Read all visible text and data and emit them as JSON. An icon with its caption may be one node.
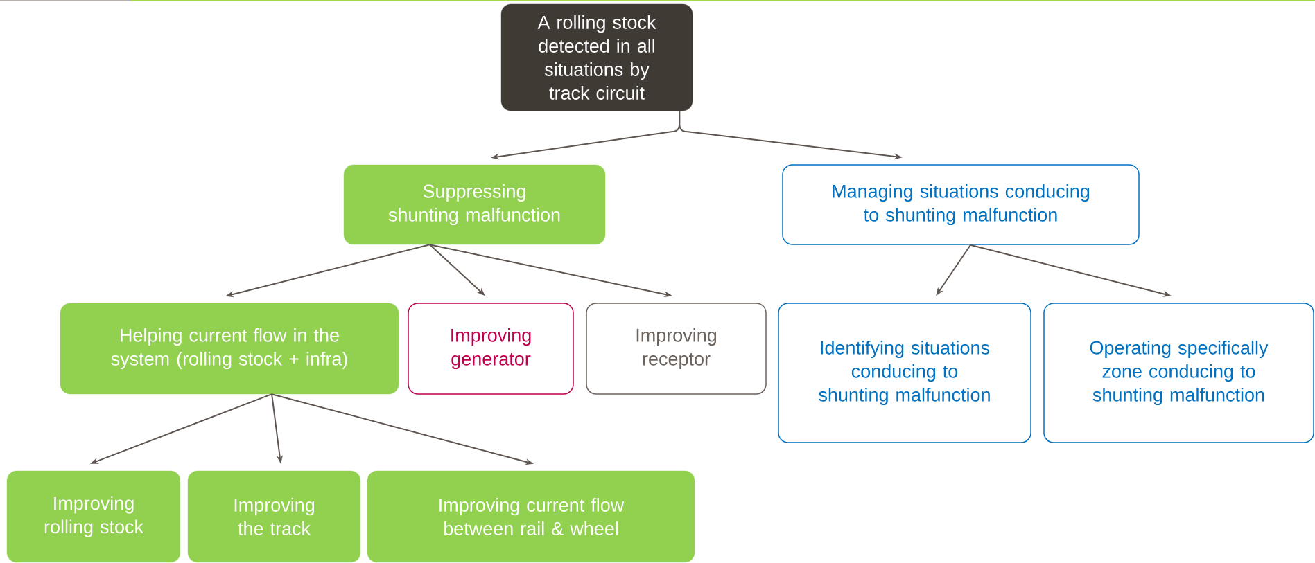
{
  "diagram": {
    "nodes": [
      {
        "text": [
          "A rolling stock detected in all situations by track circuit"
        ]
      },
      {
        "text": [
          "Suppressing shunting malfunction"
        ]
      },
      {
        "text": [
          "Managing situations conducing to shunting malfunction"
        ]
      },
      {
        "text": [
          "Helping current flow in the system (rolling stock + infra)"
        ]
      },
      {
        "text": [
          "Improving generator"
        ]
      },
      {
        "text": [
          "Improving receptor"
        ]
      },
      {
        "text": [
          "Identifying situations conducing to shunting malfunction"
        ]
      },
      {
        "text": [
          "Operating specifically zone conducing to shunting malfunction"
        ]
      },
      {
        "text": [
          "Improving rolling stock"
        ]
      },
      {
        "text": [
          "Improving the track"
        ]
      },
      {
        "text": [
          "Improving current flow between rail & wheel"
        ]
      }
    ],
    "edges": [
      {
        "from": 0,
        "to": 1,
        "arrow": "to"
      },
      {
        "from": 0,
        "to": 2,
        "arrow": "to"
      },
      {
        "from": 1,
        "to": 3,
        "arrow": "to"
      },
      {
        "from": 1,
        "to": 4,
        "arrow": "to"
      },
      {
        "from": 1,
        "to": 5,
        "arrow": "to"
      },
      {
        "from": 2,
        "to": 6,
        "arrow": "to"
      },
      {
        "from": 2,
        "to": 7,
        "arrow": "to"
      },
      {
        "from": 3,
        "to": 8,
        "arrow": "to"
      },
      {
        "from": 3,
        "to": 9,
        "arrow": "to"
      },
      {
        "from": 3,
        "to": 10,
        "arrow": "to"
      }
    ]
  }
}
